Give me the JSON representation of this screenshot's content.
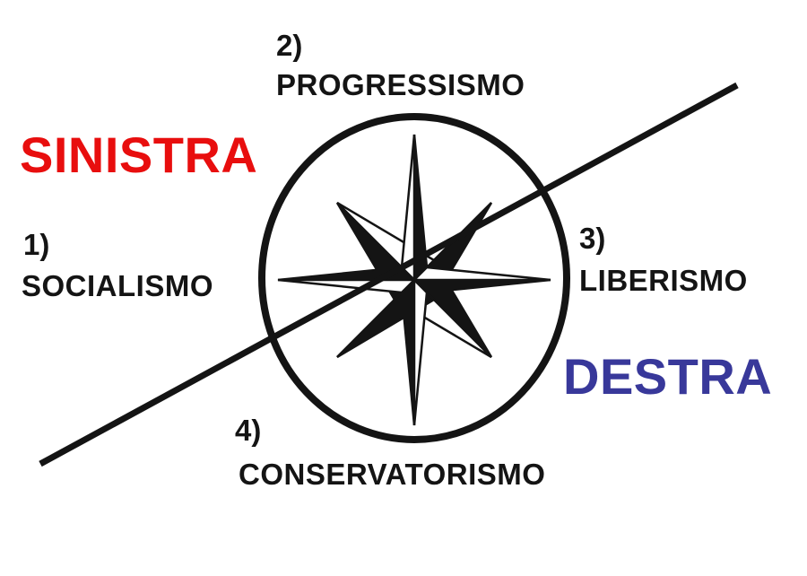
{
  "sides": {
    "left": "SINISTRA",
    "right": "DESTRA"
  },
  "directions": {
    "top": {
      "number": "2)",
      "label": "PROGRESSISMO"
    },
    "left": {
      "number": "1)",
      "label": "SOCIALISMO"
    },
    "right": {
      "number": "3)",
      "label": "LIBERISMO"
    },
    "bottom": {
      "number": "4)",
      "label": "CONSERVATORISMO"
    }
  },
  "colors": {
    "left_side": "#e80e0e",
    "right_side": "#38389a",
    "ink": "#141414"
  },
  "icons": {
    "center": "compass-rose-icon"
  }
}
